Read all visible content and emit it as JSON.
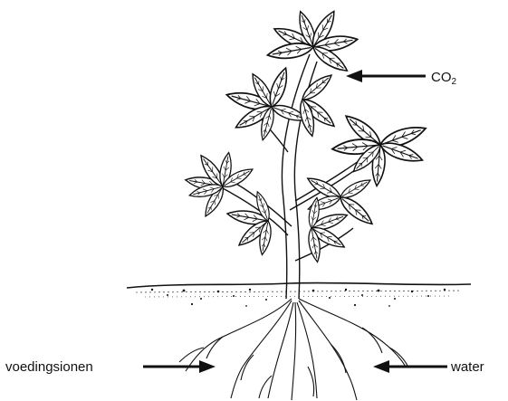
{
  "labels": {
    "co2_main": "CO",
    "co2_sub": "2",
    "nutrients": "voedingsionen",
    "water": "water"
  },
  "icons": {
    "plant": "plant-illustration",
    "arrow": "arrow-left-icon"
  },
  "colors": {
    "ink": "#111111",
    "background": "#ffffff"
  }
}
